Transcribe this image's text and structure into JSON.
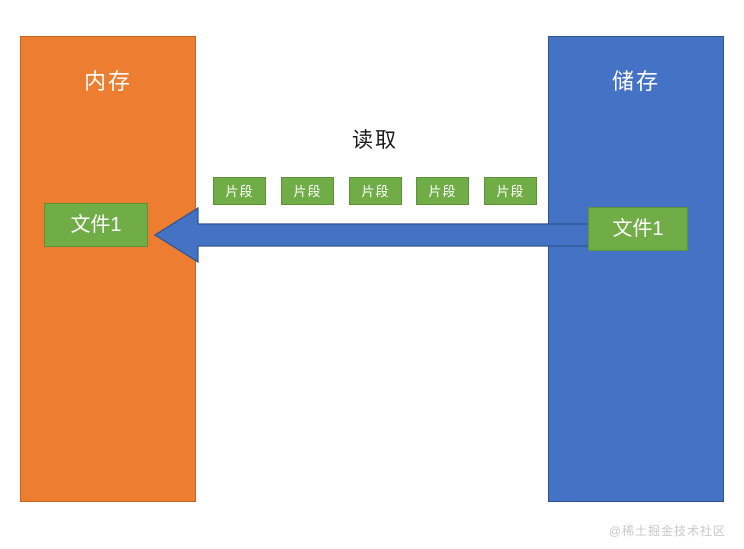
{
  "diagram": {
    "title": "读取",
    "regions": [
      {
        "id": "memory",
        "label": "内存",
        "color": "#ED7D31"
      },
      {
        "id": "storage",
        "label": "储存",
        "color": "#4472C4"
      }
    ],
    "memory_file": {
      "label": "文件1",
      "color": "#70AD47"
    },
    "storage_file": {
      "label": "文件1",
      "color": "#70AD47"
    },
    "fragments": [
      {
        "label": "片段"
      },
      {
        "label": "片段"
      },
      {
        "label": "片段"
      },
      {
        "label": "片段"
      },
      {
        "label": "片段"
      }
    ],
    "arrow": {
      "direction": "right-to-left",
      "color": "#4472C4",
      "name": "read-transfer-arrow"
    }
  },
  "watermark": {
    "text": "@稀土掘金技术社区"
  }
}
